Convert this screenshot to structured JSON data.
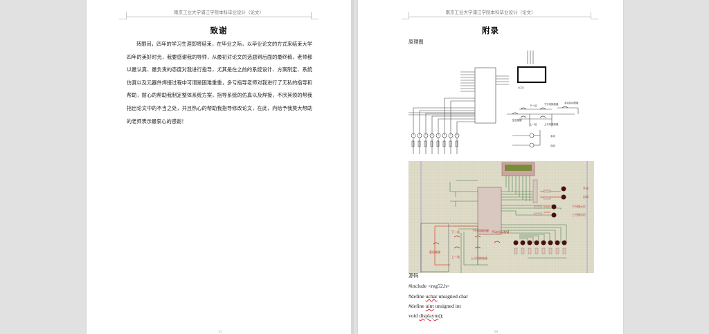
{
  "document": {
    "header": "南京工业大学浦江学院本科毕业设计（论文）",
    "pages": [
      {
        "title": "致谢",
        "paragraph": "转眼间，四年的学习生涯即将结束，在毕业之际，以毕业论文的方式来结束大学四年的美好时光，我要感谢我的导师，从最初对论文的选题到后面的最终稿，老师都以最认真、最负责的态度对我进行指导，尤其是在之前的系统设计、方案制定、系统仿真以及元器件焊接过程中可谓是困难重重，多亏指导老师对我进行了无私的指导和帮助，耐心的帮助我制定整体系统方案，指导系统的仿真以及焊接，不厌其烦的帮我指出论文中的不当之处，并且热心的帮助我指导修改论文，在此，向给予我莫大帮助的老师表示最衷心的感谢！",
        "page_number": "33"
      },
      {
        "title": "附录",
        "schematic_label": "原理图",
        "schematic": {
          "labels": [
            "复位按键",
            "下一站",
            "上一站",
            "下行切换按键",
            "上行切换按键",
            "手动自动按键",
            "手动",
            "自动",
            "LCD1"
          ]
        },
        "simulation": {
          "labels": [
            "复位按键",
            "下一站",
            "上一站",
            "下行切换按键",
            "上行切换按键",
            "手动/自动按键",
            "手动",
            "自动",
            "下行指示灯",
            "上行指示灯"
          ]
        },
        "source_label": "源码",
        "code": [
          {
            "pre": "#include <reg52.h>",
            "under": "",
            "post": ""
          },
          {
            "pre": "#define ",
            "under": "uchar",
            "post": " unsigned char"
          },
          {
            "pre": "#define ",
            "under": "uint",
            "post": " unsigned int"
          },
          {
            "pre": "void ",
            "under": "displaym",
            "post": "();"
          }
        ],
        "page_number": "34"
      }
    ]
  }
}
